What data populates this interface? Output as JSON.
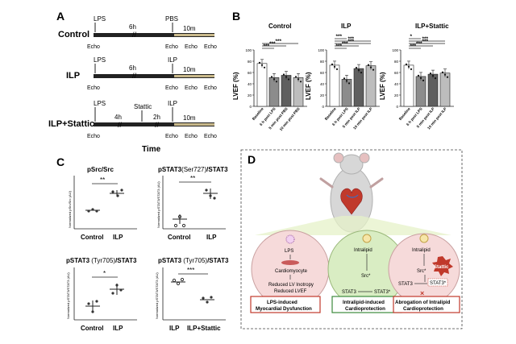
{
  "panelA": {
    "letter": "A",
    "rows": [
      {
        "label": "Control",
        "events": [
          "LPS",
          "6h",
          "PBS",
          "10m"
        ],
        "echo": "Echo"
      },
      {
        "label": "ILP",
        "events": [
          "LPS",
          "6h",
          "ILP",
          "10m"
        ],
        "echo": "Echo"
      },
      {
        "label": "ILP+Stattic",
        "events": [
          "LPS",
          "4h",
          "Stattic",
          "2h",
          "ILP",
          "10m"
        ],
        "echo": "Echo"
      }
    ],
    "time_label": "Time"
  },
  "panelB": {
    "letter": "B",
    "ylabel": "LVEF (%)",
    "ticks": [
      "100",
      "80",
      "60",
      "40",
      "20",
      "0"
    ],
    "sig": "***",
    "charts": [
      {
        "title": "Control",
        "categories": [
          "Baseline",
          "6 h post LPS",
          "5 min post PBS",
          "10 min post PBS"
        ],
        "values": [
          76,
          51,
          55,
          51
        ],
        "sig": [
          "***",
          "***",
          "***"
        ]
      },
      {
        "title": "ILP",
        "categories": [
          "Baseline",
          "6 h post LPS",
          "5 min post ILP",
          "10 min post ILP"
        ],
        "values": [
          73,
          48,
          67,
          72
        ],
        "sig": [
          "***",
          "***",
          "***",
          "***",
          "***"
        ]
      },
      {
        "title": "ILP+Stattic",
        "categories": [
          "Baseline",
          "6 h post LPS",
          "5 min post ILP",
          "10 min post ILP"
        ],
        "values": [
          73,
          53,
          57,
          59
        ],
        "sig": [
          "***",
          "***",
          "***",
          "***",
          "*"
        ]
      }
    ]
  },
  "panelC": {
    "letter": "C",
    "plots": [
      {
        "title": "pSrc/Src",
        "ylabel": "Normalized pSrc/Src (AU)",
        "groups": [
          "Control",
          "ILP"
        ],
        "means": [
          4.2,
          7.3
        ],
        "sig": "**"
      },
      {
        "title_pre": "pSTAT3",
        "title_mid": "(Ser727)",
        "title_post": "/STAT3",
        "ylabel": "Normalized pSTAT3/STAT3 (AU)",
        "groups": [
          "Control",
          "ILP"
        ],
        "means": [
          0.085,
          0.24
        ],
        "sig": "**"
      },
      {
        "title_pre": "pSTAT3 ",
        "title_mid": "(Tyr705)",
        "title_post": "/STAT3",
        "ylabel": "Normalized pSTAT3/STAT3 (AU)",
        "groups": [
          "Control",
          "ILP"
        ],
        "means": [
          1.0,
          1.95
        ],
        "sig": "*"
      },
      {
        "title_pre": "pSTAT3 ",
        "title_mid": "(Tyr705)",
        "title_post": "/STAT3",
        "ylabel": "Normalized pSTAT3/STAT3 (AU)",
        "groups": [
          "ILP",
          "ILP+Stattic"
        ],
        "means": [
          2.6,
          1.9
        ],
        "sig": "***"
      }
    ]
  },
  "panelD": {
    "letter": "D",
    "left": {
      "lps": "LPS",
      "cell": "Cardiomyocyte",
      "effect1": "Reduced LV Inotropy",
      "effect2": "Reduced LVEF",
      "box1": "LPS-induced",
      "box2": "Myocardial Dysfunction"
    },
    "mid": {
      "drug": "Intralipid",
      "src": "Src*",
      "stat": "STAT3",
      "statp": "STAT3*",
      "box1": "Intralipid-induced",
      "box2": "Cardioprotection"
    },
    "right": {
      "drug": "Intralipid",
      "src": "Src*",
      "inhib": "Stattic",
      "stat": "STAT3",
      "statp": "STAT3*",
      "box1": "Abrogation of Intralipid",
      "box2": "Cardioprotection"
    }
  },
  "colors": {
    "bar_light": "#ffffff",
    "bar_mid": "#8c8c8c",
    "bar_dark": "#5f5f5f",
    "bar_lighter": "#bdbdbd",
    "red_box": "#c0392b",
    "green_box": "#3c8a3c",
    "green_fill": "#d9edc3",
    "pink_fill": "#f6dada"
  }
}
